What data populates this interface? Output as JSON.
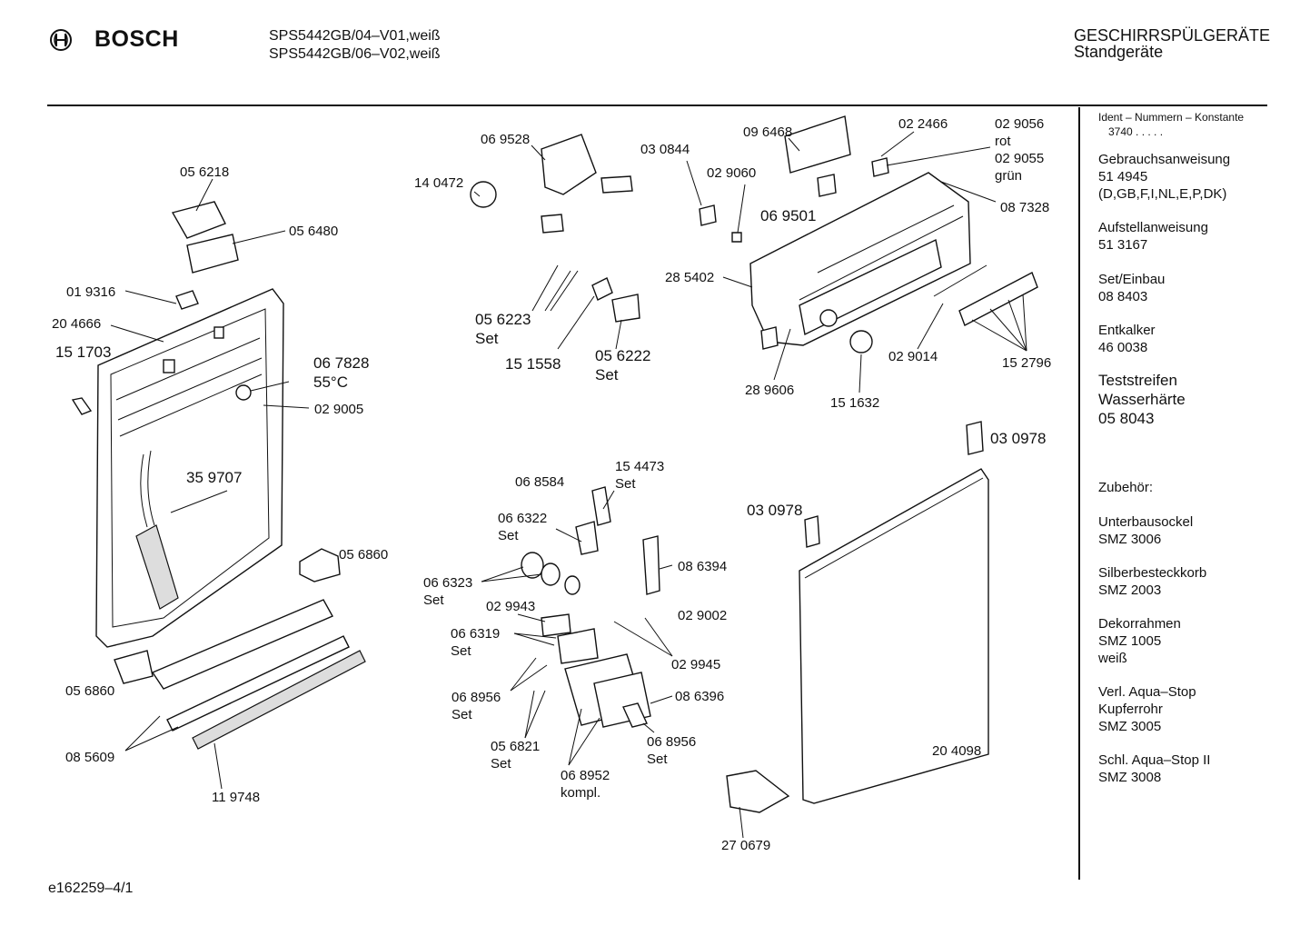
{
  "header": {
    "brand": "BOSCH",
    "model_lines": [
      "SPS5442GB/04–V01,weiß",
      "SPS5442GB/06–V02,weiß"
    ],
    "category": "GESCHIRRSPÜLGERÄTE",
    "subcategory": "Standgeräte"
  },
  "footer": {
    "doc_id": "e162259–4/1"
  },
  "sidebar": {
    "ident_title": "Ident – Nummern – Konstante",
    "ident_value": "3740  .  .  .  .  .",
    "groups": [
      {
        "lines": [
          "Gebrauchsanweisung",
          "51 4945",
          "(D,GB,F,I,NL,E,P,DK)"
        ]
      },
      {
        "lines": [
          "Aufstellanweisung",
          "51 3167"
        ]
      },
      {
        "lines": [
          "Set/Einbau",
          "08 8403"
        ]
      },
      {
        "lines": [
          "Entkalker",
          "46 0038"
        ]
      },
      {
        "lines": [
          "Teststreifen",
          "Wasserhärte",
          "05 8043"
        ]
      },
      {
        "lines": [
          "Zubehör:"
        ]
      },
      {
        "lines": [
          "Unterbausockel",
          "SMZ 3006"
        ]
      },
      {
        "lines": [
          "Silberbesteckkorb",
          "SMZ 2003"
        ]
      },
      {
        "lines": [
          "Dekorrahmen",
          "SMZ 1005",
          "weiß"
        ]
      },
      {
        "lines": [
          "Verl. Aqua–Stop",
          "Kupferrohr",
          "SMZ 3005"
        ]
      },
      {
        "lines": [
          "Schl. Aqua–Stop II",
          "SMZ 3008"
        ]
      }
    ]
  },
  "labels": {
    "p056218": "05 6218",
    "p056480": "05 6480",
    "p019316": "01 9316",
    "p204666": "20 4666",
    "p151703": "15 1703",
    "p067828": "06 7828",
    "p067828b": "55°C",
    "p029005": "02 9005",
    "p359707": "35 9707",
    "p056860a": "05 6860",
    "p056860b": "05 6860",
    "p085609": "08 5609",
    "p119748": "11 9748",
    "p069528": "06 9528",
    "p140472": "14 0472",
    "p030844": "03 0844",
    "p029060": "02 9060",
    "p096468": "09 6468",
    "p022466": "02 2466",
    "p029056": "02 9056",
    "p029056b": "rot",
    "p029055": "02 9055",
    "p029055b": "grün",
    "p069501": "06 9501",
    "p087328": "08 7328",
    "p285402": "28 5402",
    "p056223": "05 6223",
    "p056223b": "Set",
    "p151558": "15 1558",
    "p056222": "05 6222",
    "p056222b": "Set",
    "p289606": "28 9606",
    "p151632": "15 1632",
    "p029014": "02 9014",
    "p152796": "15 2796",
    "p030978a": "03 0978",
    "p030978b": "03 0978",
    "p154473": "15 4473",
    "p154473b": "Set",
    "p068584": "06 8584",
    "p066322": "06 6322",
    "p066322b": "Set",
    "p066323": "06 6323",
    "p066323b": "Set",
    "p029943": "02 9943",
    "p066319": "06 6319",
    "p066319b": "Set",
    "p068956a": "06 8956",
    "p068956ab": "Set",
    "p056821": "05 6821",
    "p056821b": "Set",
    "p068952": "06 8952",
    "p068952b": "kompl.",
    "p068956b": "06 8956",
    "p068956bb": "Set",
    "p086394": "08 6394",
    "p029002": "02 9002",
    "p029945": "02 9945",
    "p086396": "08 6396",
    "p204098": "20 4098",
    "p270679": "27 0679"
  }
}
